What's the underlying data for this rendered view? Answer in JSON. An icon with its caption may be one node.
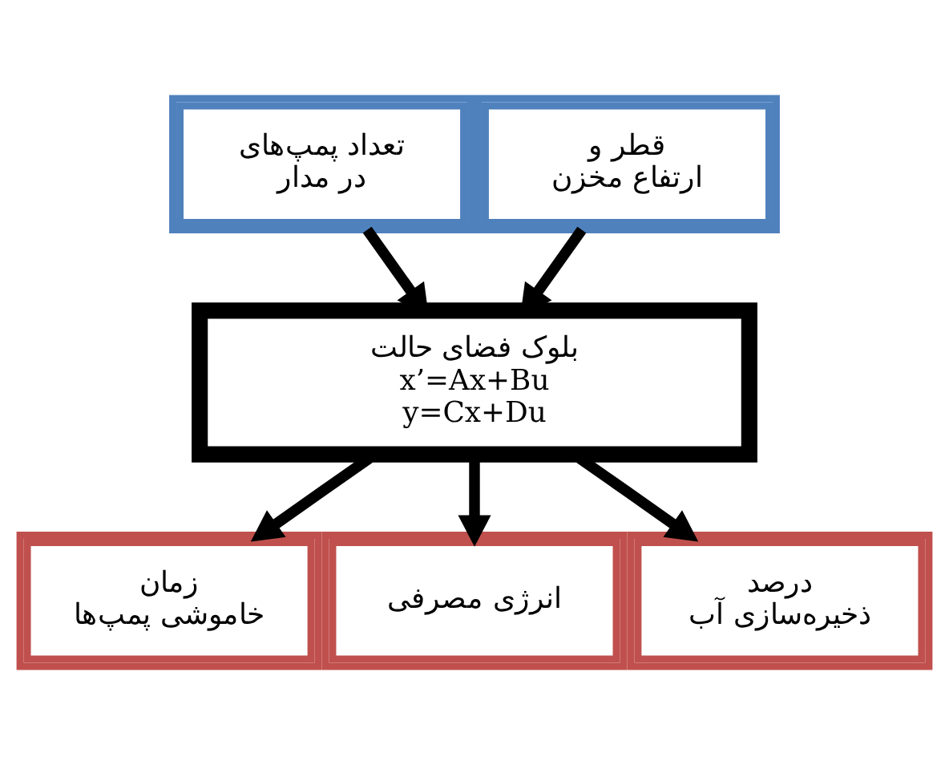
{
  "diagram": {
    "nodes": [
      {
        "text": [
          "تعداد پمپ‌های در مدار"
        ]
      },
      {
        "text": [
          "قطر و ارتفاع مخزن"
        ]
      },
      {
        "text": [
          "بلوک فضای حالت",
          "x’=Ax+Bu",
          "y=Cx+Du"
        ]
      },
      {
        "text": [
          "زمان خاموشی پمپ‌ها"
        ]
      },
      {
        "text": [
          "انرژی مصرفی"
        ]
      },
      {
        "text": [
          "درصد ذخیره‌سازی آب"
        ]
      }
    ],
    "edges": [
      {
        "from": 0,
        "to": 2,
        "arrow": "to"
      },
      {
        "from": 1,
        "to": 2,
        "arrow": "to"
      },
      {
        "from": 2,
        "to": 3,
        "arrow": "to"
      },
      {
        "from": 2,
        "to": 4,
        "arrow": "to"
      },
      {
        "from": 2,
        "to": 5,
        "arrow": "to"
      }
    ]
  }
}
